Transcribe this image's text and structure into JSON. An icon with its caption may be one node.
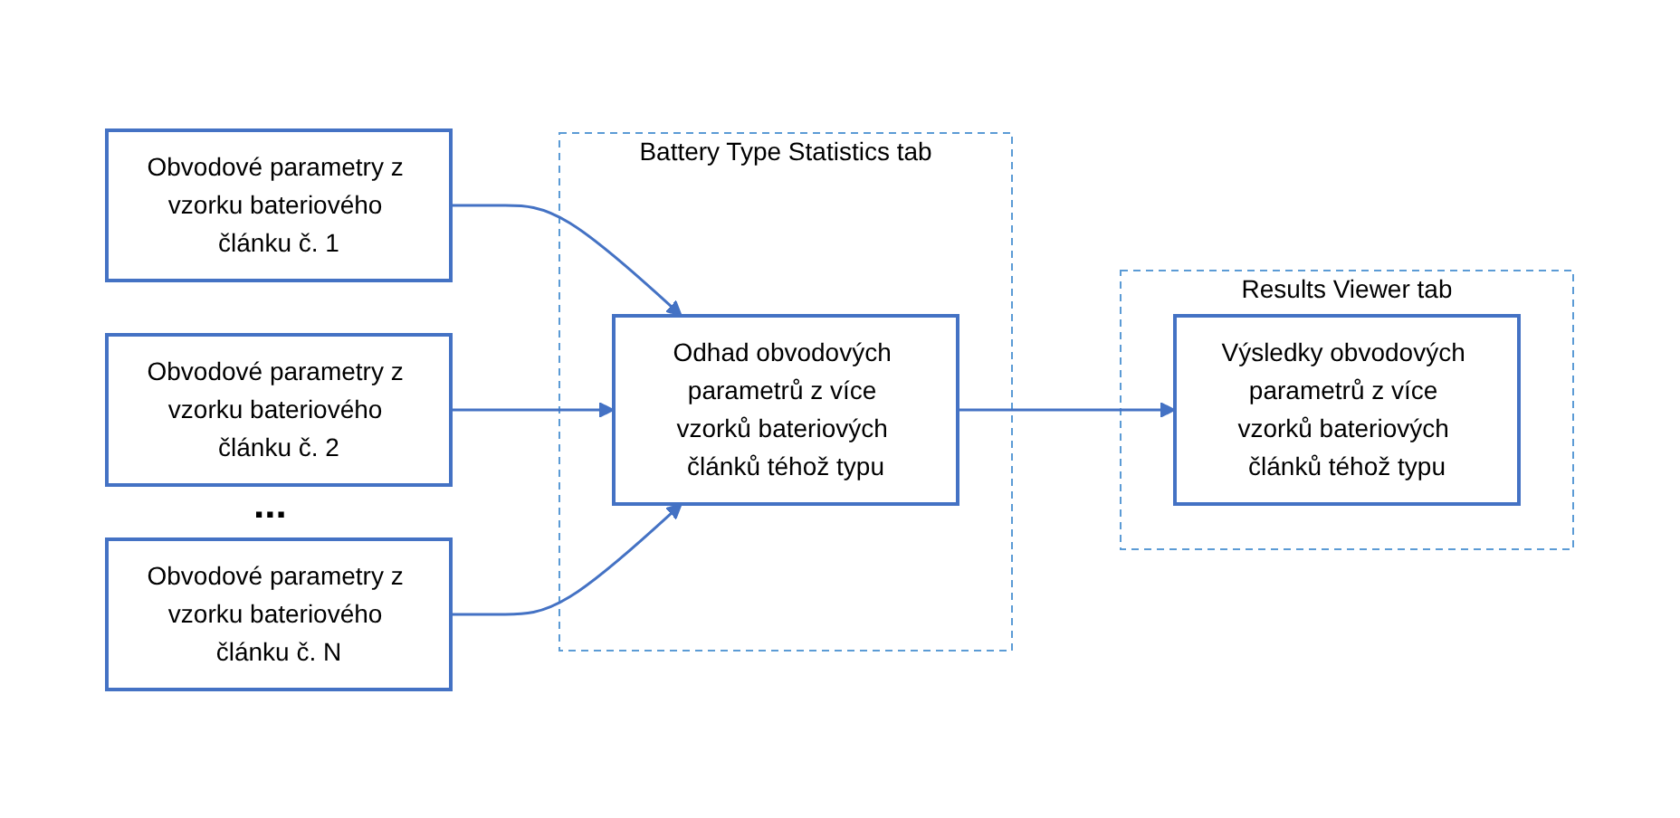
{
  "diagram": {
    "nodes": [
      {
        "text": [
          "Obvodové parametry z vzorku bateriového článku č. 1"
        ]
      },
      {
        "text": [
          "Obvodové parametry z vzorku bateriového článku č. 2"
        ]
      },
      {
        "text": [
          "Obvodové parametry z vzorku bateriového článku č. N"
        ]
      },
      {
        "text": [
          "Battery Type Statistics tab"
        ]
      },
      {
        "text": [
          "Odhad obvodových parametrů z více vzorků bateriových článků téhož typu"
        ],
        "in": 3
      },
      {
        "text": [
          "Results Viewer tab"
        ]
      },
      {
        "text": [
          "Výsledky obvodových parametrů z více vzorků bateriových článků téhož typu"
        ],
        "in": 5
      }
    ],
    "edges": [
      {
        "from": 0,
        "to": 4,
        "arrow": "to"
      },
      {
        "from": 1,
        "to": 4,
        "arrow": "to"
      },
      {
        "from": 2,
        "to": 4,
        "arrow": "to"
      },
      {
        "from": 4,
        "to": 6,
        "arrow": "to"
      }
    ],
    "labels": [
      "..."
    ]
  }
}
